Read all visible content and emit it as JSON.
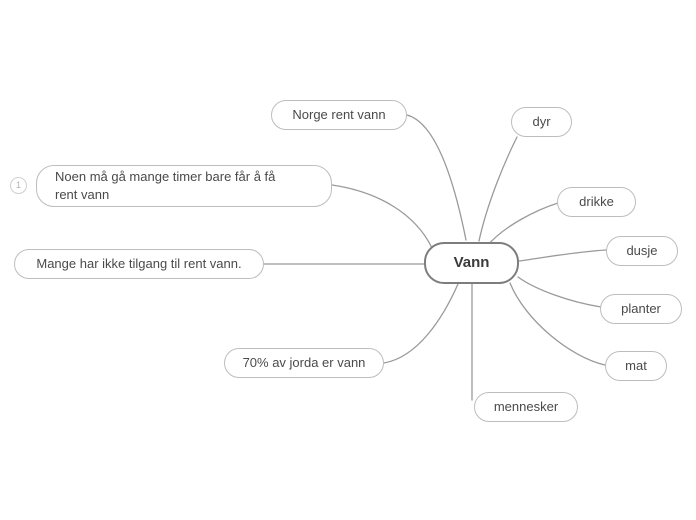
{
  "diagram": {
    "type": "mind-map",
    "title": "Vann",
    "background_color": "#ffffff",
    "node_border_color": "#bdbdbd",
    "central_border_color": "#7d7d7d",
    "edge_color": "#9a9a9a",
    "text_color": "#4a4a4a"
  },
  "central": {
    "label": "Vann"
  },
  "badge": {
    "label": "1"
  },
  "nodes": [
    {
      "id": "norge-rent-vann",
      "label": "Norge rent vann"
    },
    {
      "id": "noen-ma-ga",
      "label": "Noen må gå mange timer bare får å få\nrent vann"
    },
    {
      "id": "mange-har-ikke-tilgang",
      "label": "Mange har ikke tilgang til rent vann."
    },
    {
      "id": "70-prosent",
      "label": "70% av jorda er vann"
    },
    {
      "id": "mennesker",
      "label": "mennesker"
    },
    {
      "id": "dyr",
      "label": "dyr"
    },
    {
      "id": "drikke",
      "label": "drikke"
    },
    {
      "id": "dusje",
      "label": "dusje"
    },
    {
      "id": "planter",
      "label": "planter"
    },
    {
      "id": "mat",
      "label": "mat"
    }
  ]
}
